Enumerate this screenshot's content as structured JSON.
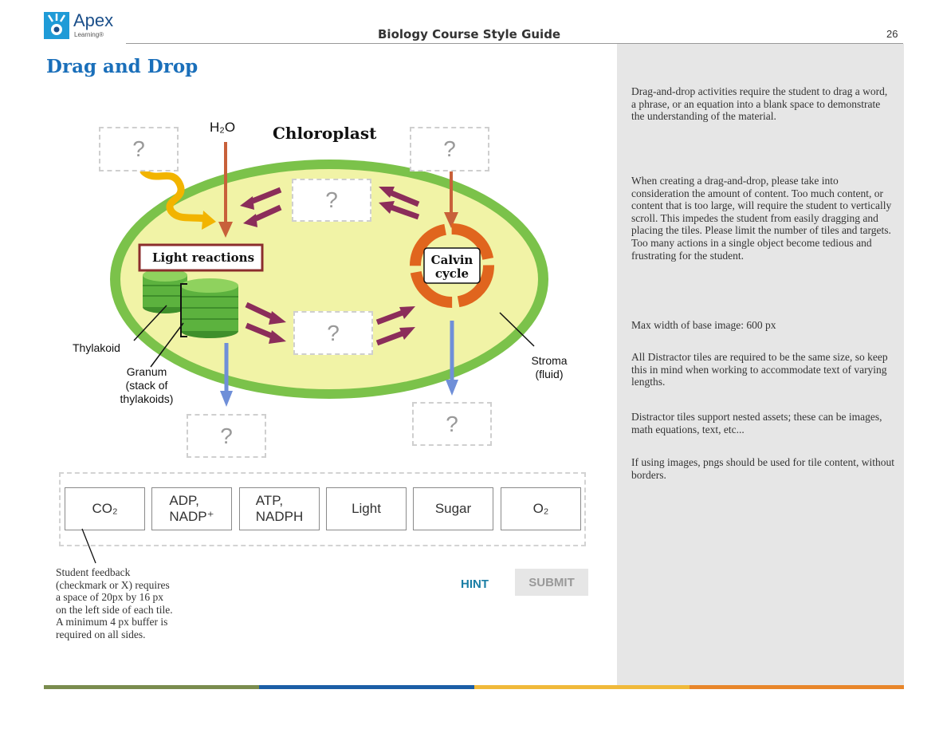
{
  "header": {
    "logo_text": "Apex",
    "logo_sub": "Learning®",
    "doc_title": "Biology Course  Style Guide",
    "page_number": "26"
  },
  "section_title": "Drag and Drop",
  "diagram": {
    "title": "Chloroplast",
    "h2o": "H₂O",
    "light_reactions": "Light reactions",
    "calvin_line1": "Calvin",
    "calvin_line2": "cycle",
    "thylakoid": "Thylakoid",
    "granum_line1": "Granum",
    "granum_line2": "(stack of",
    "granum_line3": "thylakoids)",
    "stroma_line1": "Stroma",
    "stroma_line2": "(fluid)",
    "target_mark": "?"
  },
  "tiles": [
    {
      "l1": "CO₂",
      "l2": ""
    },
    {
      "l1": "ADP,",
      "l2": "NADP⁺"
    },
    {
      "l1": "ATP,",
      "l2": "NADPH"
    },
    {
      "l1": "Light",
      "l2": ""
    },
    {
      "l1": "Sugar",
      "l2": ""
    },
    {
      "l1": "O₂",
      "l2": ""
    }
  ],
  "buttons": {
    "hint": "HINT",
    "submit": "SUBMIT"
  },
  "feedback_note": {
    "l1": "Student feedback",
    "l2": "(checkmark or X) requires",
    "l3": "a space of 20px by 16 px",
    "l4": "on the left side of each tile.",
    "l5": "A minimum 4 px buffer is",
    "l6": "required on all sides."
  },
  "notes": [
    "Drag-and-drop activities require the student to drag a word, a phrase, or an equation into a blank space to demonstrate the understanding of the material.",
    "When creating a drag-and-drop, please take into consideration the amount of content. Too much content, or  content that is too large, will require the student to vertically scroll. This impedes the student from easily dragging and placing the tiles. Please limit the number of tiles and targets. Too many actions in a single object become tedious and frustrating for the student.",
    "Max width of base image: 600 px",
    "All Distractor tiles are required to be the same size, so keep this in mind when working to accommodate text of varying lengths.",
    "Distractor tiles support nested assets; these can be images, math equations, text, etc...",
    "If using images, pngs should be used for tile content, without borders."
  ],
  "colors": {
    "accent_blue": "#1a6fba",
    "bar_olive": "#7a8c4e",
    "bar_blue": "#1b5ea6",
    "bar_yellow": "#f0b93a",
    "bar_orange": "#e8862a"
  }
}
